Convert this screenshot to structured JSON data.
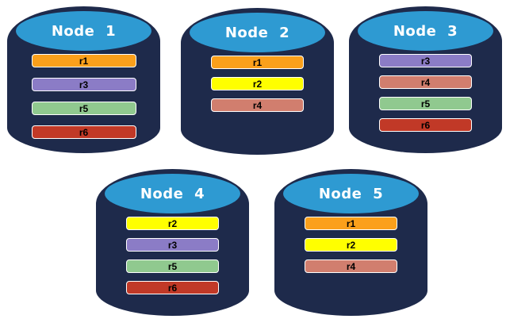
{
  "background": "#FFFFFF",
  "colors": {
    "cylinder_body": "#1E2A4B",
    "cylinder_top": "#2E9AD2",
    "bar_border": "#FFFFFF",
    "title_text": "#FFFFFF",
    "bar_text": "#000000",
    "replica_colors": {
      "r1": "#FBA01B",
      "r2": "#FFFF00",
      "r3": "#8B7CC6",
      "r4": "#D17E6E",
      "r5": "#90C98F",
      "r6": "#C13927"
    }
  },
  "nodes": [
    {
      "title": "Node 1",
      "replicas": [
        "r1",
        "r3",
        "r5",
        "r6"
      ]
    },
    {
      "title": "Node 2",
      "replicas": [
        "r1",
        "r2",
        "r4"
      ]
    },
    {
      "title": "Node 3",
      "replicas": [
        "r3",
        "r4",
        "r5",
        "r6"
      ]
    },
    {
      "title": "Node 4",
      "replicas": [
        "r2",
        "r3",
        "r5",
        "r6"
      ]
    },
    {
      "title": "Node 5",
      "replicas": [
        "r1",
        "r2",
        "r4"
      ]
    }
  ]
}
